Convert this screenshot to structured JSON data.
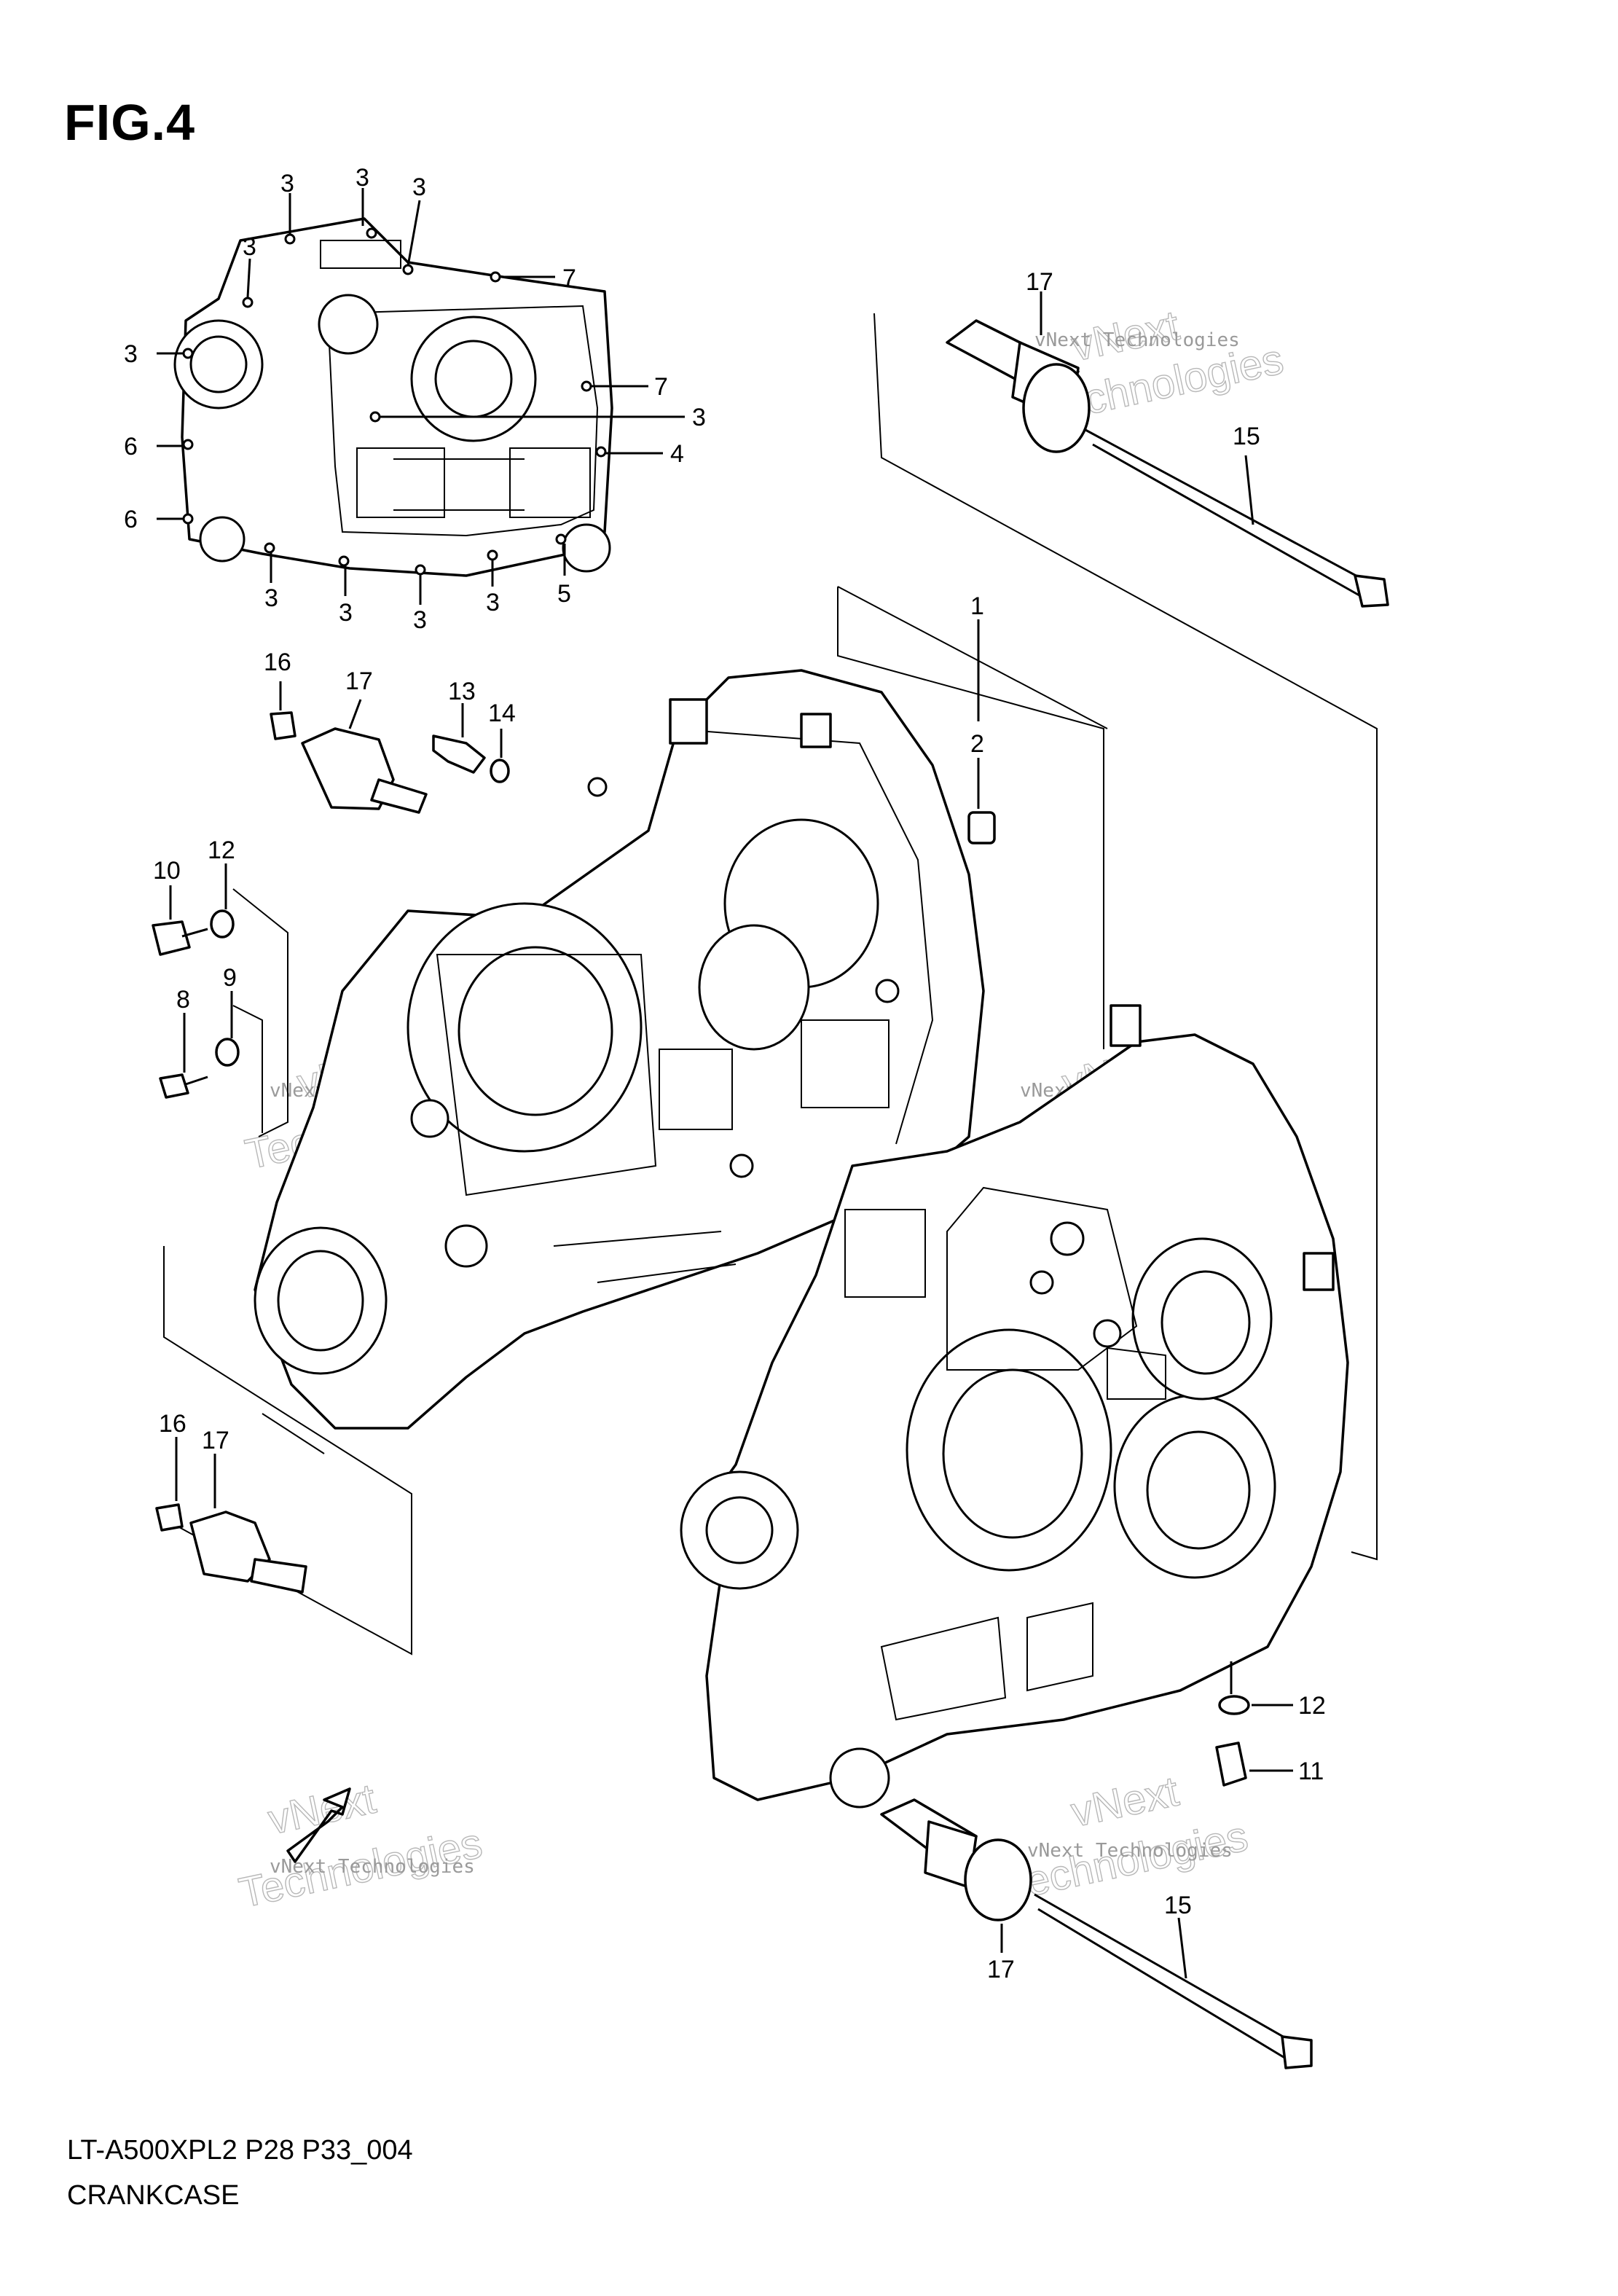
{
  "figure": {
    "title": "FIG.4",
    "model_code": "LT-A500XPL2 P28 P33_004",
    "section_name": "CRANKCASE"
  },
  "callouts": {
    "c3a": "3",
    "c3b": "3",
    "c3c": "3",
    "c3d": "3",
    "c3e": "3",
    "c3f": "3",
    "c3g": "3",
    "c3h": "3",
    "c3i": "3",
    "c3j": "3",
    "c7a": "7",
    "c7b": "7",
    "c4": "4",
    "c5": "5",
    "c6a": "6",
    "c6b": "6",
    "c17a": "17",
    "c15a": "15",
    "c1": "1",
    "c2": "2",
    "c16a": "16",
    "c17b": "17",
    "c13": "13",
    "c14": "14",
    "c10": "10",
    "c12a": "12",
    "c8": "8",
    "c9": "9",
    "c16b": "16",
    "c17c": "17",
    "c12b": "12",
    "c11": "11",
    "c15b": "15",
    "c17d": "17"
  },
  "watermarks": {
    "brand": "vNext",
    "line2": "Technologies",
    "small": "vNext Technologies"
  },
  "colors": {
    "line": "#000000",
    "watermark": "#b8b8b8"
  }
}
